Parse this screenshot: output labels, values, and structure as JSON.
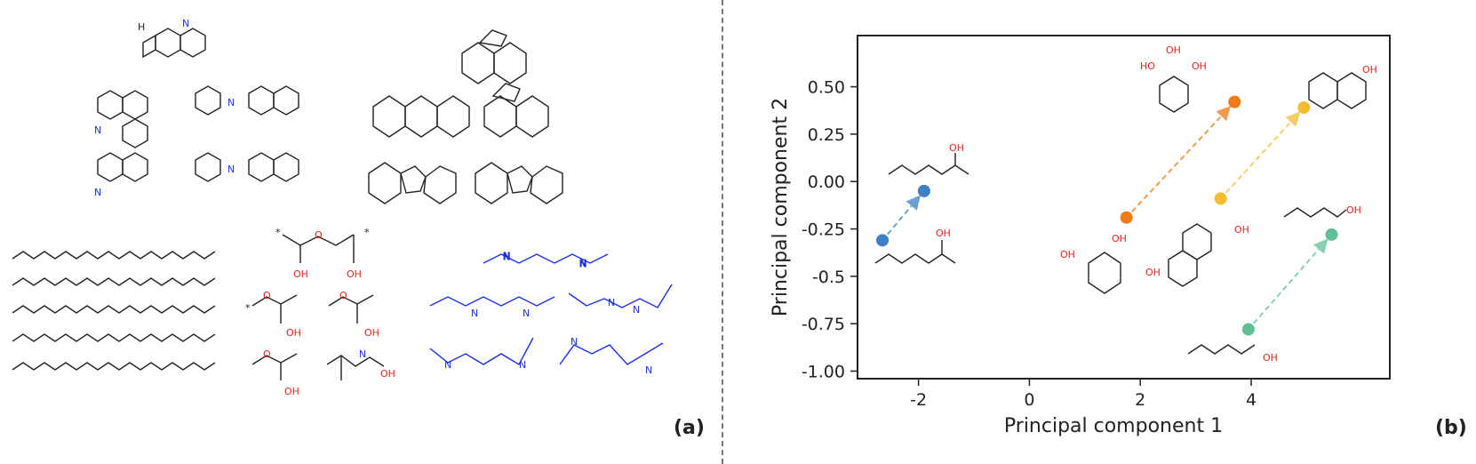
{
  "panel_a": {
    "label": "(a)",
    "atom_labels": {
      "oh": "OH",
      "o": "O",
      "n": "N",
      "nh": "N",
      "h": "H",
      "star": "*"
    }
  },
  "panel_b": {
    "label": "(b)",
    "chart_data": {
      "type": "scatter",
      "xlabel": "Principal component 1",
      "ylabel": "Principal component 2",
      "x_ticks": [
        "-2",
        "0",
        "2",
        "4"
      ],
      "x_tick_values": [
        -2,
        0,
        2,
        4
      ],
      "y_ticks": [
        "0.50",
        "0.25",
        "0.00",
        "-0.25",
        "-0.5",
        "-0.75",
        "-1.00"
      ],
      "y_tick_values": [
        0.5,
        0.25,
        0.0,
        -0.25,
        -0.5,
        -0.75,
        -1.0
      ],
      "xlim": [
        -3.1,
        6.5
      ],
      "ylim": [
        -1.04,
        0.77
      ],
      "series": [
        {
          "color": "#3d7fc2",
          "points": [
            [
              -2.65,
              -0.31
            ],
            [
              -1.9,
              -0.05
            ]
          ]
        },
        {
          "color": "#ee7a1a",
          "points": [
            [
              1.75,
              -0.19
            ],
            [
              3.7,
              0.42
            ]
          ]
        },
        {
          "color": "#f4bd2e",
          "points": [
            [
              3.45,
              -0.09
            ],
            [
              4.95,
              0.39
            ]
          ]
        },
        {
          "color": "#5fbf96",
          "points": [
            [
              3.95,
              -0.78
            ],
            [
              5.45,
              -0.28
            ]
          ]
        }
      ],
      "molecule_labels": {
        "oh": "OH",
        "ho": "HO"
      }
    }
  }
}
